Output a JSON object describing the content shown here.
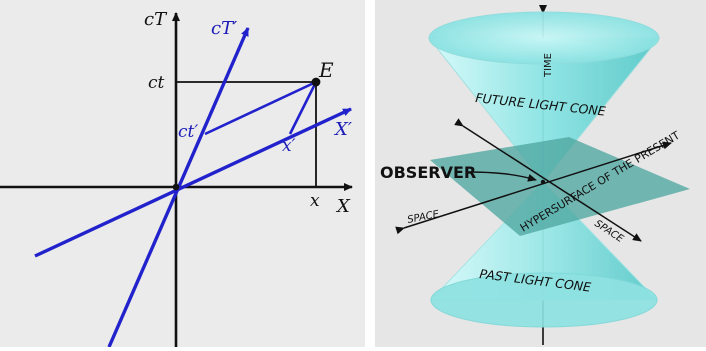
{
  "spacetime_diagram": {
    "labels": {
      "cT": "cT",
      "cT_prime": "cT′",
      "ct": "ct",
      "E": "E",
      "ct_prime": "ct′",
      "x_prime": "x′",
      "x": "x",
      "X": "X",
      "X_prime": "X′"
    },
    "colors": {
      "background": "#ebebeb",
      "axes": "#111111",
      "boosted_axes": "#2222cc",
      "boosted_labels": "#1b1bb8"
    }
  },
  "light_cone": {
    "labels": {
      "time": "TIME",
      "future": "FUTURE LIGHT CONE",
      "observer": "OBSERVER",
      "space_left": "SPACE",
      "space_right": "SPACE",
      "hypersurface": "HYPERSURFACE OF THE PRESENT",
      "past": "PAST LIGHT CONE"
    },
    "colors": {
      "background": "#e6e6e6",
      "cone_light": "#d7fbfb",
      "cone_dark": "#59c9c9",
      "plane": "#4fa6a0",
      "axes": "#111111"
    }
  }
}
